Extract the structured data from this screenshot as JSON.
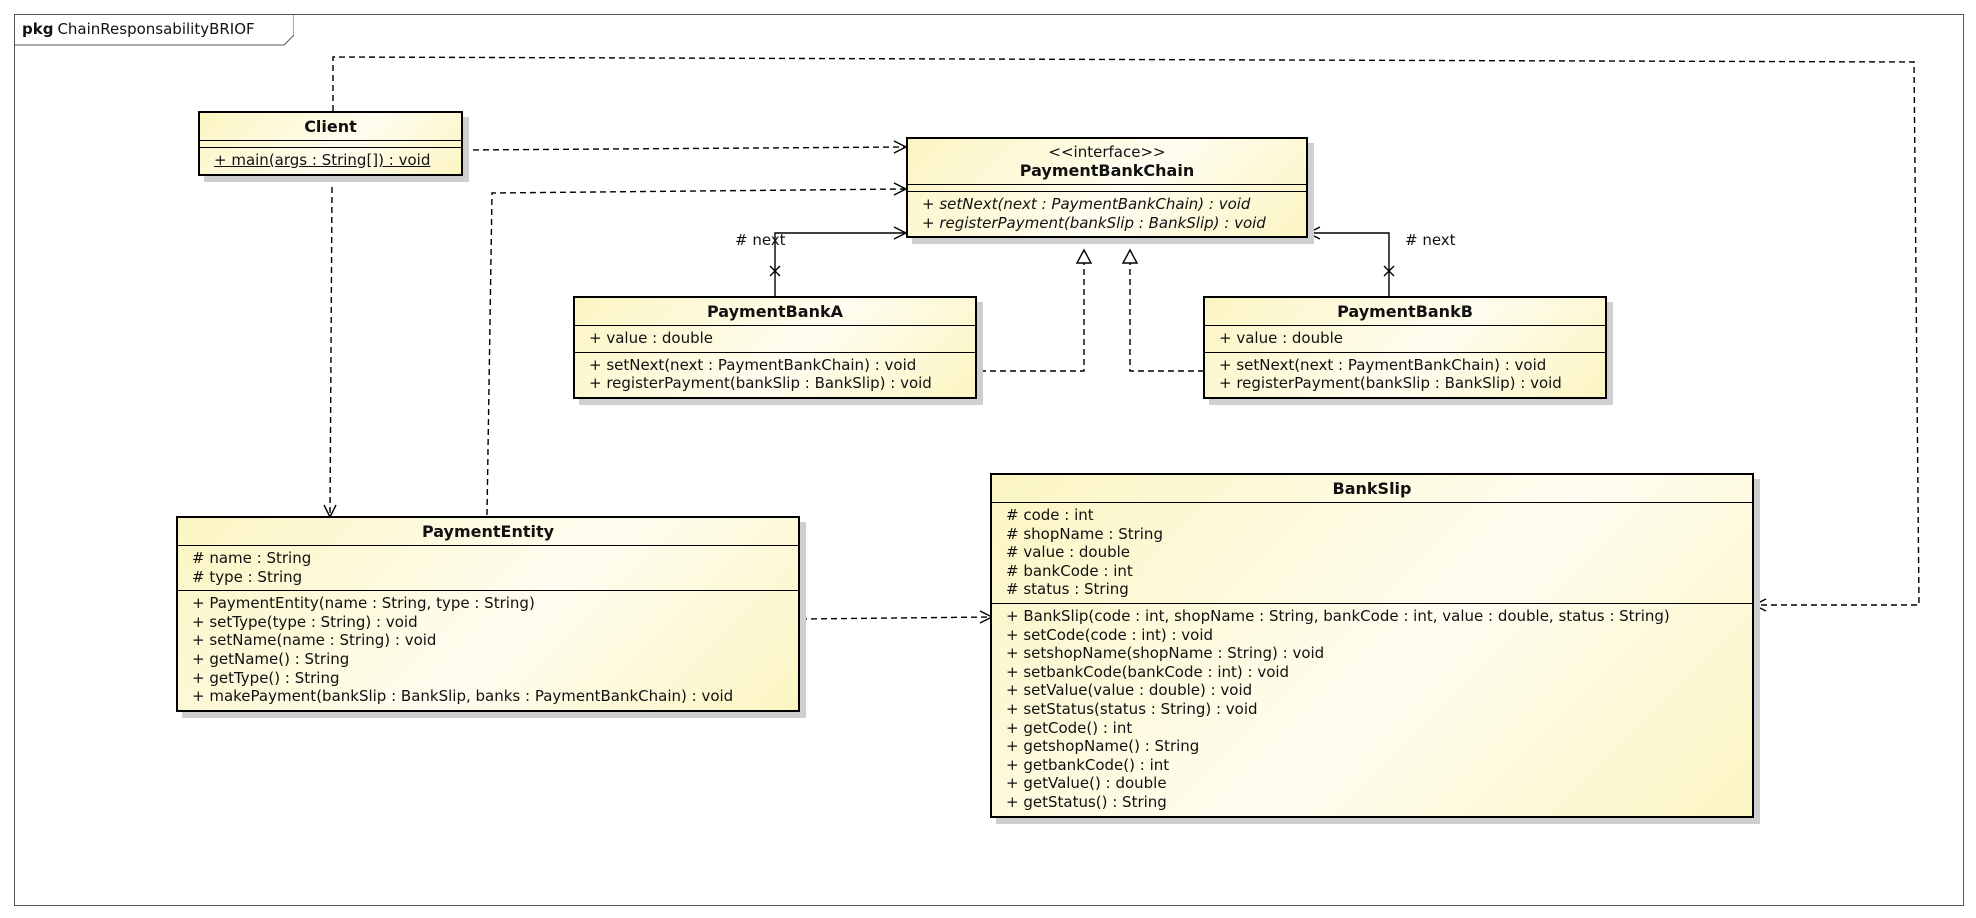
{
  "package": {
    "keyword": "pkg",
    "name": "ChainResponsabilityBRIOF"
  },
  "classes": {
    "client": {
      "name": "Client",
      "attributes": [],
      "operations": [
        "+ main(args : String[]) : void"
      ]
    },
    "chain": {
      "stereotype": "<<interface>>",
      "name": "PaymentBankChain",
      "attributes": [],
      "operations": [
        "+ setNext(next : PaymentBankChain) : void",
        "+ registerPayment(bankSlip : BankSlip) : void"
      ]
    },
    "bankA": {
      "name": "PaymentBankA",
      "attributes": [
        "+ value : double"
      ],
      "operations": [
        "+ setNext(next : PaymentBankChain) : void",
        "+ registerPayment(bankSlip : BankSlip) : void"
      ]
    },
    "bankB": {
      "name": "PaymentBankB",
      "attributes": [
        "+ value : double"
      ],
      "operations": [
        "+ setNext(next : PaymentBankChain) : void",
        "+ registerPayment(bankSlip : BankSlip) : void"
      ]
    },
    "entity": {
      "name": "PaymentEntity",
      "attributes": [
        "# name : String",
        "# type : String"
      ],
      "operations": [
        "+ PaymentEntity(name : String, type : String)",
        "+ setType(type : String) : void",
        "+ setName(name : String) : void",
        "+ getName() : String",
        "+ getType() : String",
        "+ makePayment(bankSlip : BankSlip, banks : PaymentBankChain) : void"
      ]
    },
    "slip": {
      "name": "BankSlip",
      "attributes": [
        "# code : int",
        "# shopName : String",
        "# value : double",
        "# bankCode : int",
        "# status : String"
      ],
      "operations": [
        "+ BankSlip(code : int, shopName : String, bankCode : int, value : double, status : String)",
        "+ setCode(code : int) : void",
        "+ setshopName(shopName : String) : void",
        "+ setbankCode(bankCode : int) : void",
        "+ setValue(value : double) : void",
        "+ setStatus(status : String) : void",
        "+ getCode() : int",
        "+ getshopName() : String",
        "+ getbankCode() : int",
        "+ getValue() : double",
        "+ getStatus() : String"
      ]
    }
  },
  "association_labels": {
    "a_next": "# next",
    "b_next": "# next"
  }
}
